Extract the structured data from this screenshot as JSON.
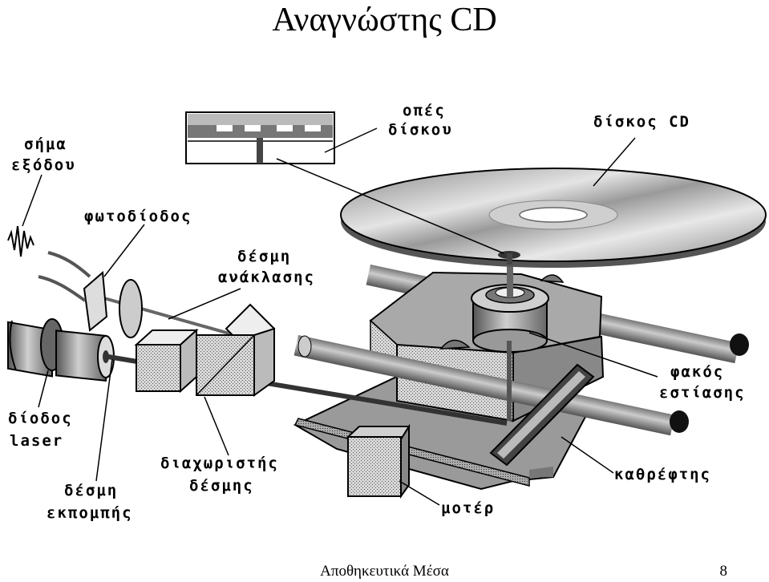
{
  "slide": {
    "title": "Αναγνώστης CD",
    "footer_text": "Αποθηκευτικά Μέσα",
    "page_number": "8"
  },
  "diagram": {
    "labels": {
      "output_signal_1": "σήμα",
      "output_signal_2": "εξόδου",
      "photodiode": "φωτοδίοδος",
      "reflected_beam_1": "δέσμη",
      "reflected_beam_2": "ανάκλασης",
      "disc_pits_1": "οπές",
      "disc_pits_2": "δίσκου",
      "cd_disc": "δίσκος CD",
      "laser_diode_1": "δίοδος",
      "laser_diode_2": "laser",
      "beam_splitter_1": "διαχωριστής",
      "beam_splitter_2": "δέσμης",
      "emitted_beam_1": "δέσμη",
      "emitted_beam_2": "εκπομπής",
      "focus_lens_1": "φακός",
      "focus_lens_2": "εστίασης",
      "mirror": "καθρέφτης",
      "motor": "μοτέρ"
    }
  }
}
